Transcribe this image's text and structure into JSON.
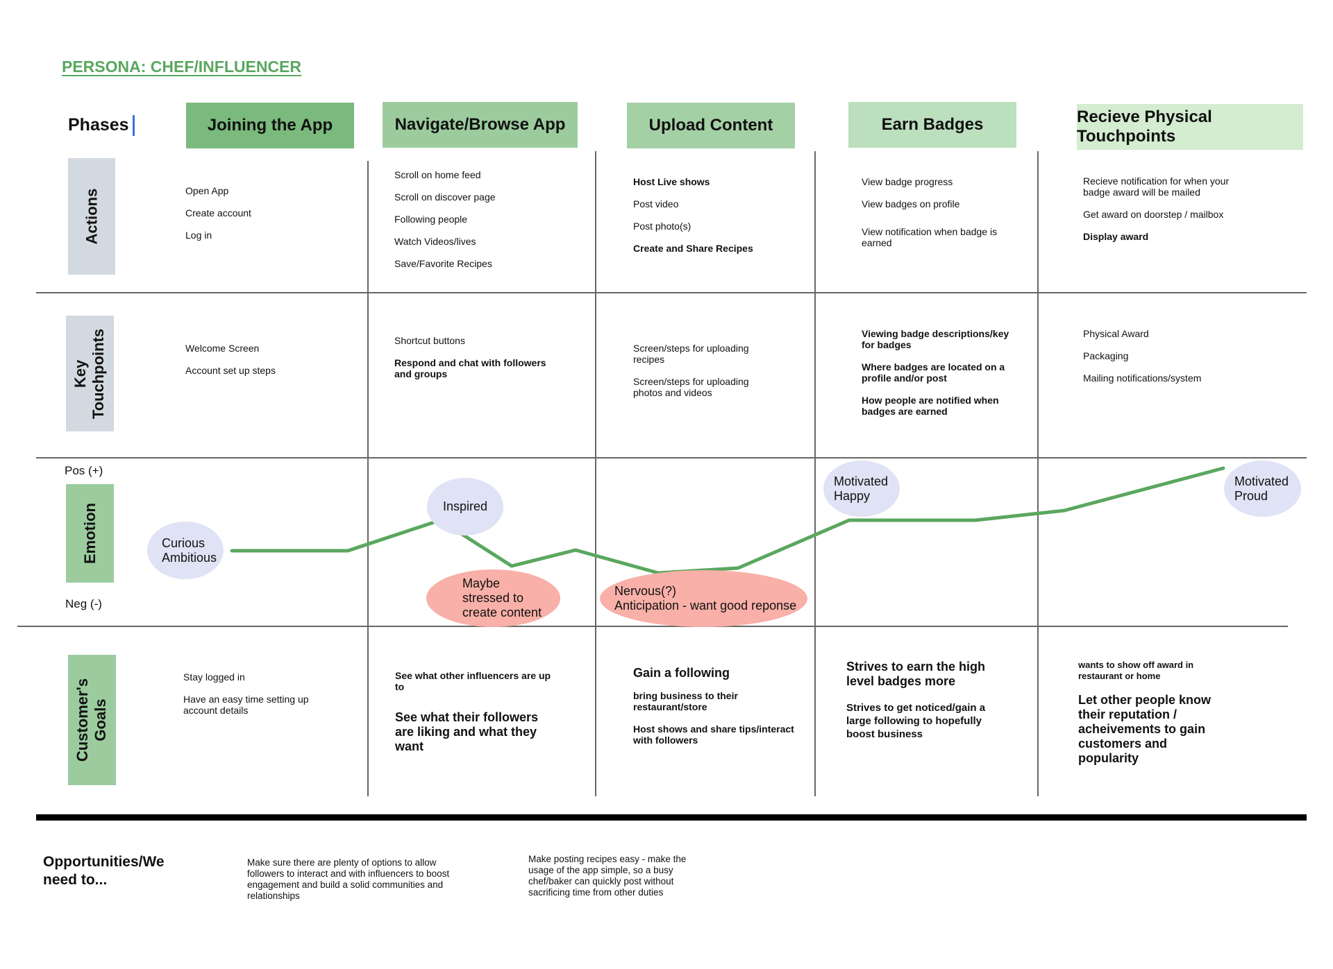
{
  "persona": "PERSONA: CHEF/INFLUENCER",
  "phases_label": "Phases",
  "phases": [
    {
      "label": "Joining the App",
      "color": "#7aba7d"
    },
    {
      "label": "Navigate/Browse App",
      "color": "#9ccc9d"
    },
    {
      "label": "Upload Content",
      "color": "#a4d0a6"
    },
    {
      "label": "Earn Badges",
      "color": "#bcdfbe"
    },
    {
      "label": "Recieve Physical Touchpoints",
      "color": "#d4ecd0"
    }
  ],
  "row_labels": {
    "actions": "Actions",
    "touchpoints": "Key\nTouchpoints",
    "emotion": "Emotion",
    "goals": "Customer's\nGoals"
  },
  "actions": {
    "joining": [
      "Open App",
      "Create account",
      "Log in"
    ],
    "navigate": [
      "Scroll on home feed",
      "Scroll on discover page",
      "Following people",
      "Watch Videos/lives",
      "Save/Favorite Recipes"
    ],
    "upload": [
      "Host Live shows",
      "Post video",
      "Post photo(s)",
      "Create and Share Recipes"
    ],
    "badges": [
      "View badge progress",
      "View badges on profile",
      "View notification when badge is earned"
    ],
    "physical": [
      "Recieve notification for when your badge award will be mailed",
      "Get award on doorstep / mailbox",
      "Display award"
    ]
  },
  "touchpoints": {
    "joining": [
      "Welcome Screen",
      "Account set up steps"
    ],
    "navigate": [
      "Shortcut buttons",
      "Respond and chat with followers and groups"
    ],
    "upload": [
      "Screen/steps for uploading recipes",
      "Screen/steps for uploading photos and videos"
    ],
    "badges": [
      "Viewing badge descriptions/key for badges",
      "Where badges are located on a profile and/or post",
      "How people are notified when badges are earned"
    ],
    "physical": [
      "Physical Award",
      "Packaging",
      "Mailing notifications/system"
    ]
  },
  "emotion": {
    "pos_label": "Pos (+)",
    "neg_label": "Neg (-)",
    "line_color": "#5aa75f",
    "positive_color": "#e0e2f5",
    "negative_color": "#f8b0a8",
    "bubbles": {
      "curious": "Curious\nAmbitious",
      "inspired": "Inspired",
      "stressed": "Maybe\nstressed to\ncreate content",
      "nervous": "Nervous(?)\nAnticipation - want good reponse",
      "motivated_happy": "Motivated\nHappy",
      "motivated_proud": "Motivated\nProud"
    }
  },
  "goals": {
    "joining": [
      "Stay logged in",
      "Have an easy time setting up account details"
    ],
    "navigate": [
      "See what other influencers are up to",
      "See what their followers are liking and what they want"
    ],
    "upload": [
      "Gain a following",
      "bring business to their restaurant/store",
      "Host shows and share tips/interact with followers"
    ],
    "badges": [
      "Strives to earn the high level badges more",
      "Strives to get noticed/gain a large following to hopefully boost business"
    ],
    "physical": [
      "wants to show off award in restaurant or home",
      "Let other people know their reputation / acheivements to gain customers and popularity"
    ]
  },
  "opportunities": {
    "title": "Opportunities/We\nneed to...",
    "items": [
      "Make sure there are plenty of options to allow followers to interact and with influencers to boost engagement and build a solid communities and relationships",
      "Make posting recipes easy - make the usage of the app simple, so a busy chef/baker can quickly post without sacrificing time from other duties"
    ]
  }
}
